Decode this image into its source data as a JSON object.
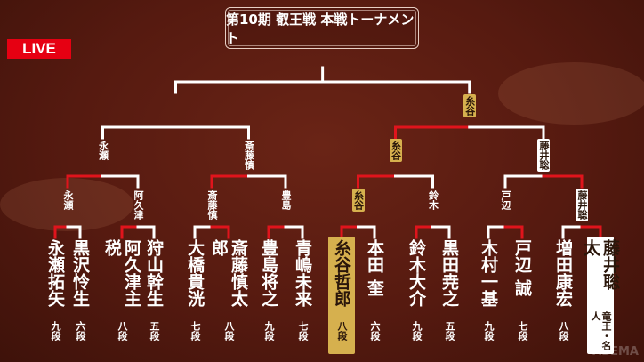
{
  "live_badge": "LIVE",
  "title": "第10期 叡王戦 本戦トーナメント",
  "watermark": "ABEMA",
  "colors": {
    "win_line": "#e0141c",
    "line": "#ffffff",
    "gold": "#d6b04e",
    "live": "#e60012"
  },
  "players": [
    {
      "name": "永瀬拓矢",
      "rank": "九段",
      "style": "plain"
    },
    {
      "name": "黒沢怜生",
      "rank": "六段",
      "style": "plain"
    },
    {
      "name": "阿久津主税",
      "rank": "八段",
      "style": "plain"
    },
    {
      "name": "狩山幹生",
      "rank": "五段",
      "style": "plain"
    },
    {
      "name": "大橋貴洸",
      "rank": "七段",
      "style": "plain"
    },
    {
      "name": "斎藤慎太郎",
      "rank": "八段",
      "style": "plain"
    },
    {
      "name": "豊島将之",
      "rank": "九段",
      "style": "plain"
    },
    {
      "name": "青嶋未来",
      "rank": "七段",
      "style": "plain"
    },
    {
      "name": "糸谷哲郎",
      "rank": "八段",
      "style": "gold"
    },
    {
      "name": "本田 奎",
      "rank": "六段",
      "style": "plain"
    },
    {
      "name": "鈴木大介",
      "rank": "九段",
      "style": "plain"
    },
    {
      "name": "黒田尭之",
      "rank": "五段",
      "style": "plain"
    },
    {
      "name": "木村一基",
      "rank": "九段",
      "style": "plain"
    },
    {
      "name": "戸辺 誠",
      "rank": "七段",
      "style": "plain"
    },
    {
      "name": "増田康宏",
      "rank": "八段",
      "style": "plain"
    },
    {
      "name": "藤井聡太",
      "rank": "竜王・名人",
      "style": "white"
    }
  ],
  "rounds": [
    [
      {
        "winner": "永瀬",
        "side": "left",
        "style": "plain"
      },
      {
        "winner": "阿久津",
        "side": "left",
        "style": "plain"
      },
      {
        "winner": "斎藤慎",
        "side": "right",
        "style": "plain"
      },
      {
        "winner": "豊島",
        "side": "left",
        "style": "plain"
      },
      {
        "winner": "糸谷",
        "side": "left",
        "style": "gold"
      },
      {
        "winner": "鈴木",
        "side": "left",
        "style": "plain"
      },
      {
        "winner": "戸辺",
        "side": "right",
        "style": "plain"
      },
      {
        "winner": "藤井聡",
        "side": "right",
        "style": "white"
      }
    ],
    [
      {
        "winner": "永瀬",
        "side": "left",
        "style": "plain"
      },
      {
        "winner": "斎藤慎",
        "side": "left",
        "style": "plain"
      },
      {
        "winner": "糸谷",
        "side": "left",
        "style": "gold"
      },
      {
        "winner": "藤井聡",
        "side": "right",
        "style": "white"
      }
    ],
    [
      {
        "winner": null,
        "side": null,
        "style": "plain"
      },
      {
        "winner": "糸谷",
        "side": "left",
        "style": "gold"
      }
    ],
    [
      {
        "winner": null,
        "side": null,
        "style": "plain"
      }
    ]
  ]
}
